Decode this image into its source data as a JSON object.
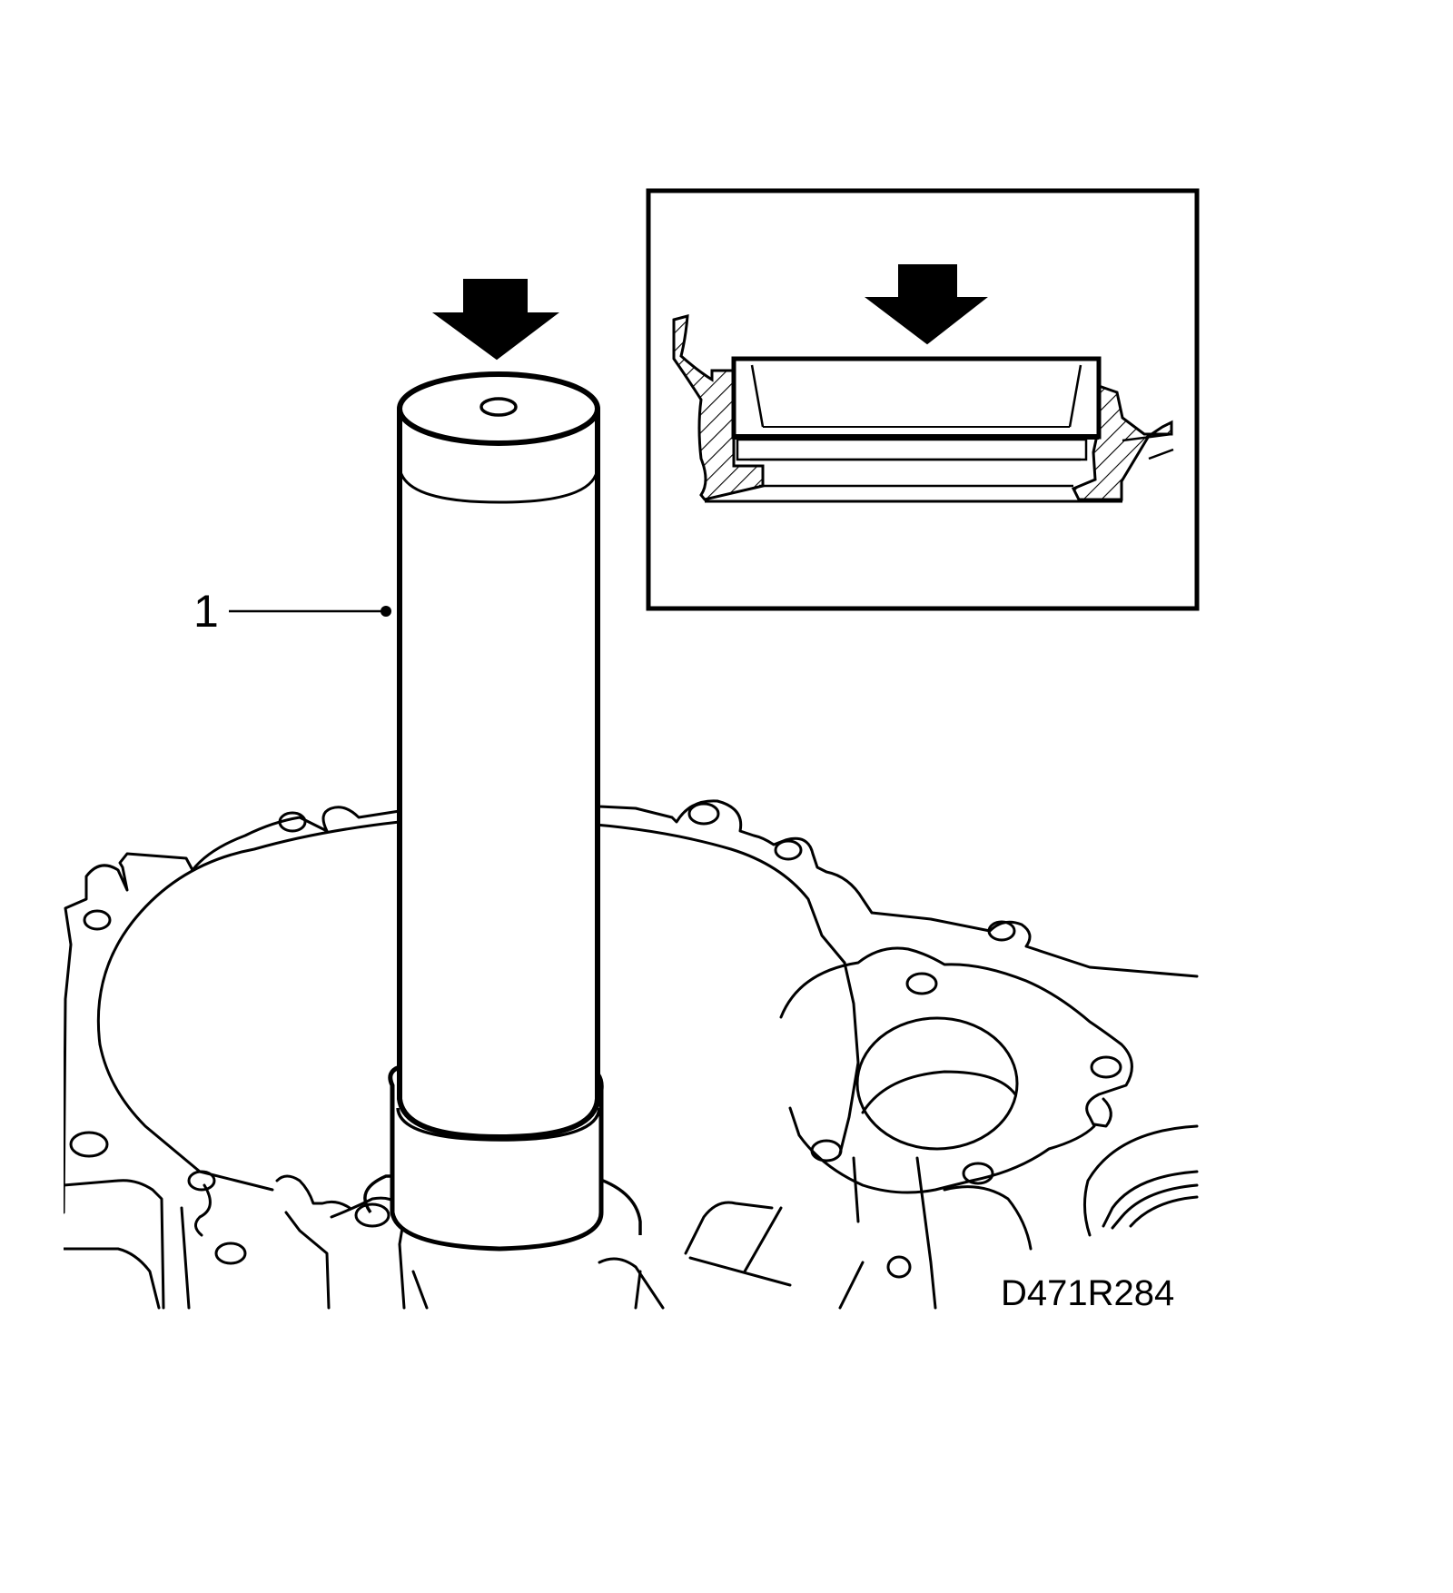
{
  "figure": {
    "callouts": [
      {
        "label": "1",
        "target": "seal-installer-tool"
      }
    ],
    "figure_code": "D471R284",
    "icons": {
      "press_arrow": "down-arrow",
      "inset_arrow": "down-arrow"
    },
    "colors": {
      "line": "#000000",
      "background": "#ffffff"
    }
  }
}
